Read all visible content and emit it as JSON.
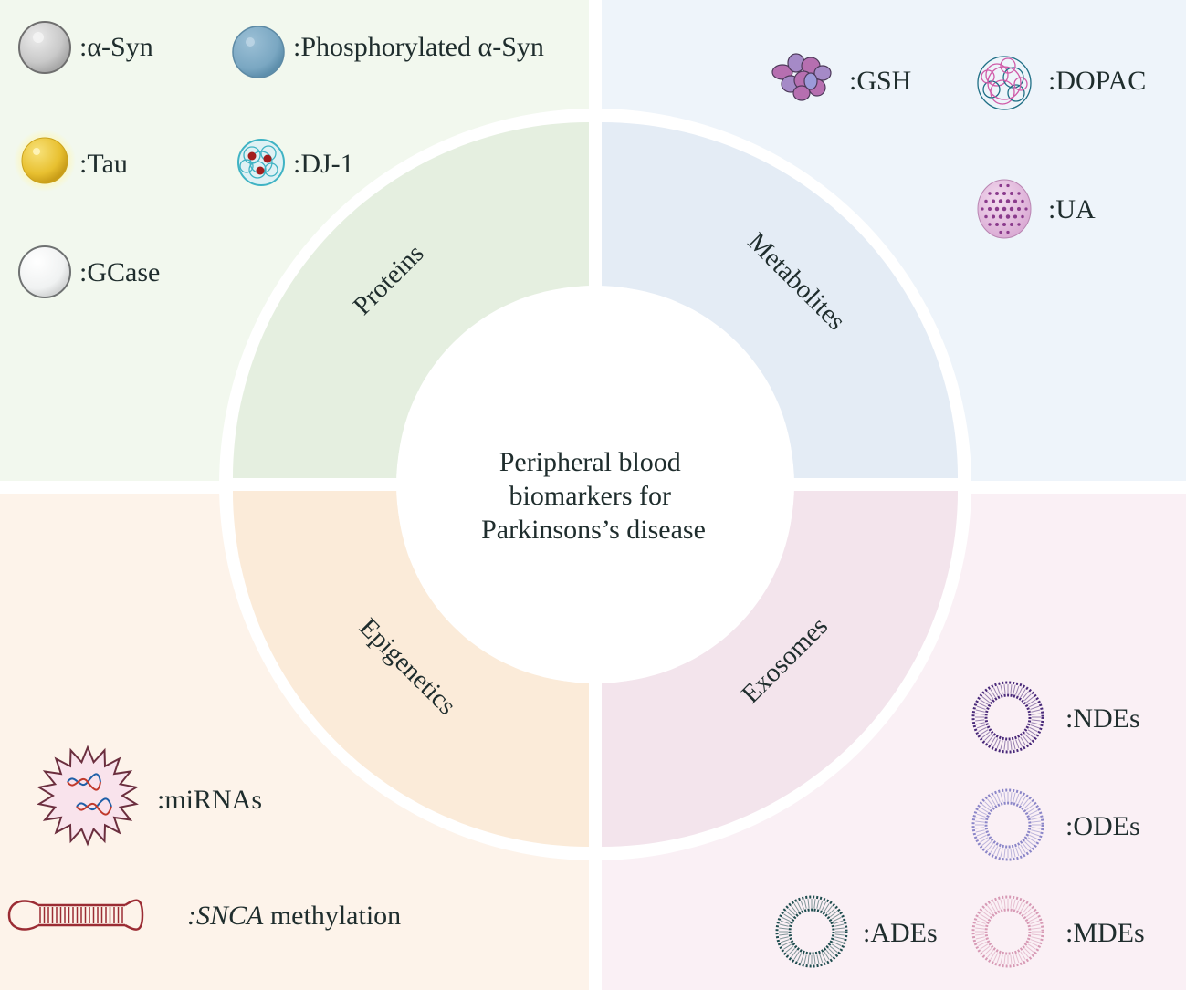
{
  "title": {
    "lines": [
      "Peripheral blood",
      "biomarkers for",
      "Parkinsons’s disease"
    ]
  },
  "colors": {
    "proteins_bg": "#f2f8ee",
    "proteins_ring": "#e5efe0",
    "metabolites_bg": "#eef4fa",
    "metabolites_ring": "#e4ecf5",
    "epigenetics_bg": "#fdf3ea",
    "epigenetics_ring": "#fbebd9",
    "exosomes_bg": "#faf0f5",
    "exosomes_ring": "#f3e4ec",
    "text": "#1f2d2d",
    "divider": "#ffffff"
  },
  "sections": {
    "proteins": {
      "label": "Proteins",
      "items": [
        {
          "icon": "alpha-syn-sphere-icon",
          "label": ":α-Syn"
        },
        {
          "icon": "phosphorylated-alpha-syn-sphere-icon",
          "label": ":Phosphorylated α-Syn"
        },
        {
          "icon": "tau-sphere-icon",
          "label": ":Tau"
        },
        {
          "icon": "dj1-protein-icon",
          "label": ":DJ-1"
        },
        {
          "icon": "gcase-sphere-icon",
          "label": ":GCase"
        }
      ]
    },
    "metabolites": {
      "label": "Metabolites",
      "items": [
        {
          "icon": "gsh-cluster-icon",
          "label": ":GSH"
        },
        {
          "icon": "dopac-tangle-icon",
          "label": ":DOPAC"
        },
        {
          "icon": "ua-dotted-sphere-icon",
          "label": ":UA"
        }
      ]
    },
    "epigenetics": {
      "label": "Epigenetics",
      "items": [
        {
          "icon": "mirna-starburst-icon",
          "label": ":miRNAs"
        },
        {
          "icon": "snca-hairpin-icon",
          "label_italic": ":SNCA",
          "label_rest": " methylation"
        }
      ]
    },
    "exosomes": {
      "label": "Exosomes",
      "items": [
        {
          "icon": "nde-vesicle-icon",
          "label": ":NDEs",
          "color": "#4a2a7a"
        },
        {
          "icon": "ode-vesicle-icon",
          "label": ":ODEs",
          "color": "#8b86c8"
        },
        {
          "icon": "ade-vesicle-icon",
          "label": ":ADEs",
          "color": "#1f4d4f"
        },
        {
          "icon": "mde-vesicle-icon",
          "label": ":MDEs",
          "color": "#d79ab5"
        }
      ]
    }
  }
}
